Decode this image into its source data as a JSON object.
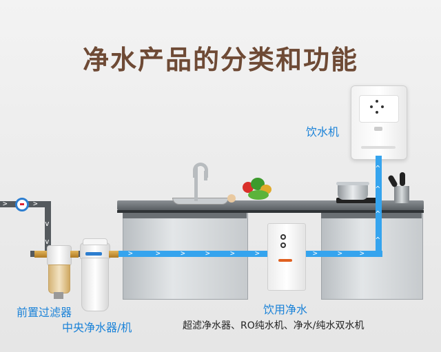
{
  "title": "净水产品的分类和功能",
  "labels": {
    "dispenser": "饮水机",
    "prefilter": "前置过滤器",
    "central": "中央净水器/机",
    "drinking": "饮用净水",
    "drinking_sub": "超滤净水器、RO纯水机、净水/纯水双水机"
  },
  "colors": {
    "title": "#6e4a35",
    "label": "#1a82d8",
    "pipe_blue": "#35a4ee",
    "pipe_grey": "#555a5e"
  }
}
